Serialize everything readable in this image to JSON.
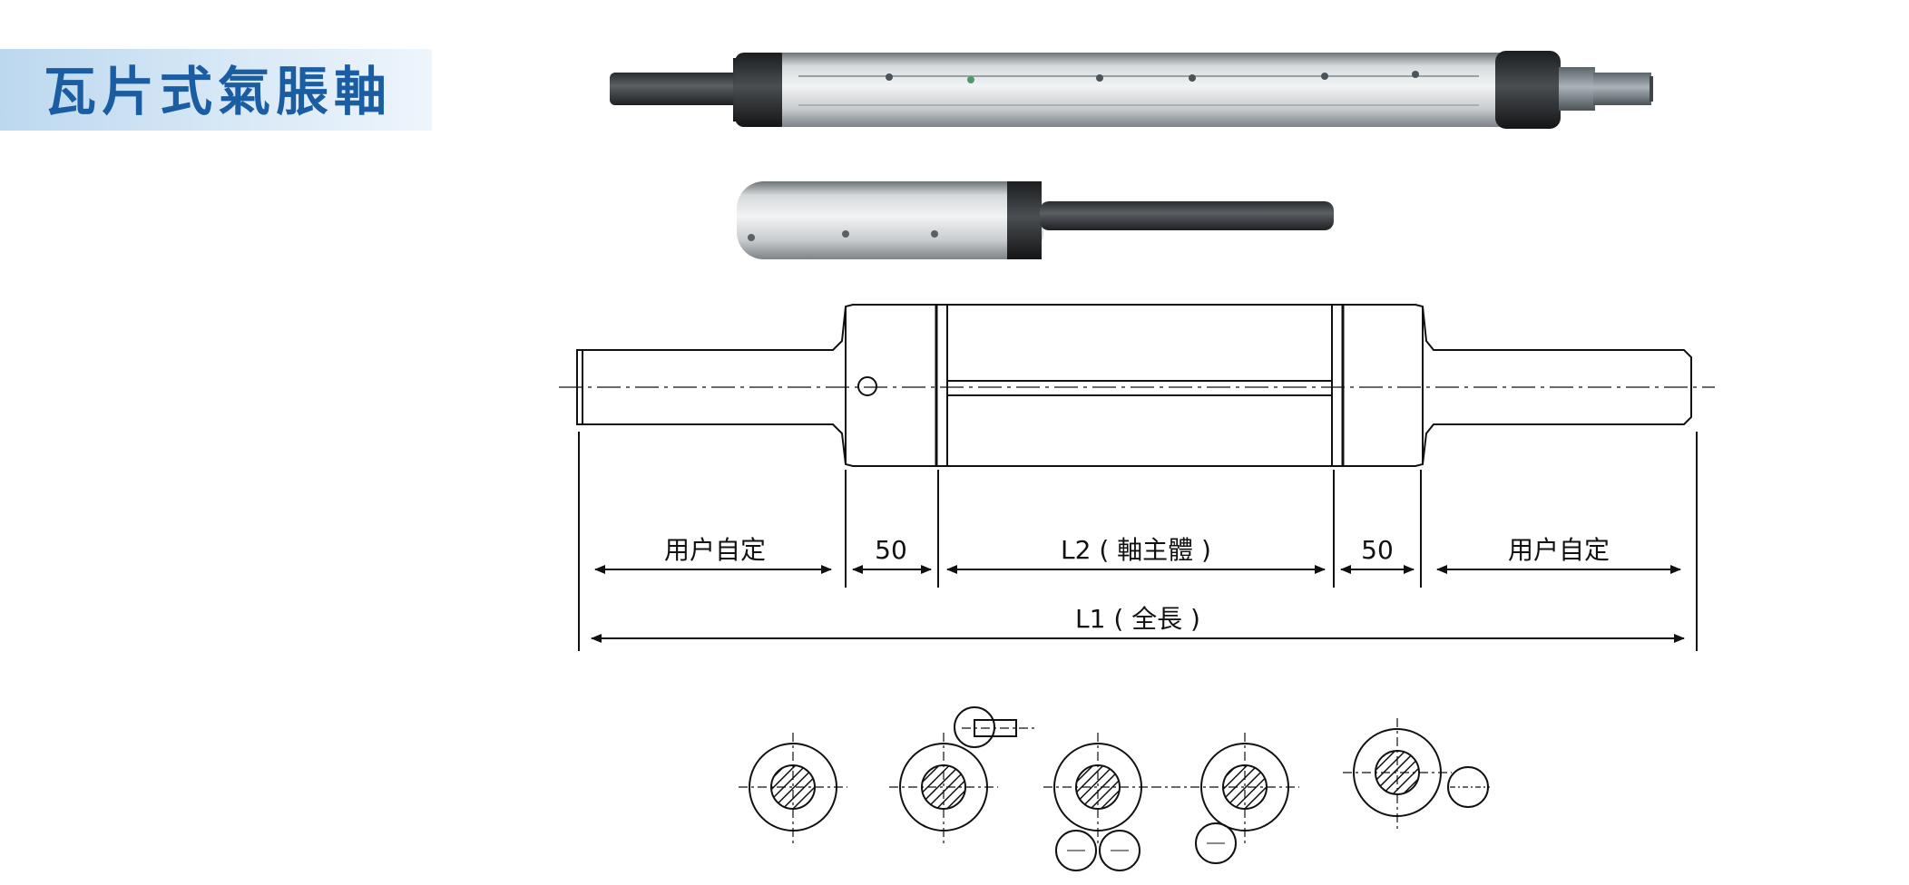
{
  "title": "瓦片式氣脹軸",
  "dimension_labels": {
    "left_user": "用户自定",
    "left_gap": "50",
    "main_body": "L2 ( 軸主體 )",
    "right_gap": "50",
    "right_user": "用户自定",
    "total": "L1 ( 全長 )"
  },
  "colors": {
    "title_text": "#1a5da3",
    "banner": "#cfe3f4",
    "line": "#111111"
  }
}
